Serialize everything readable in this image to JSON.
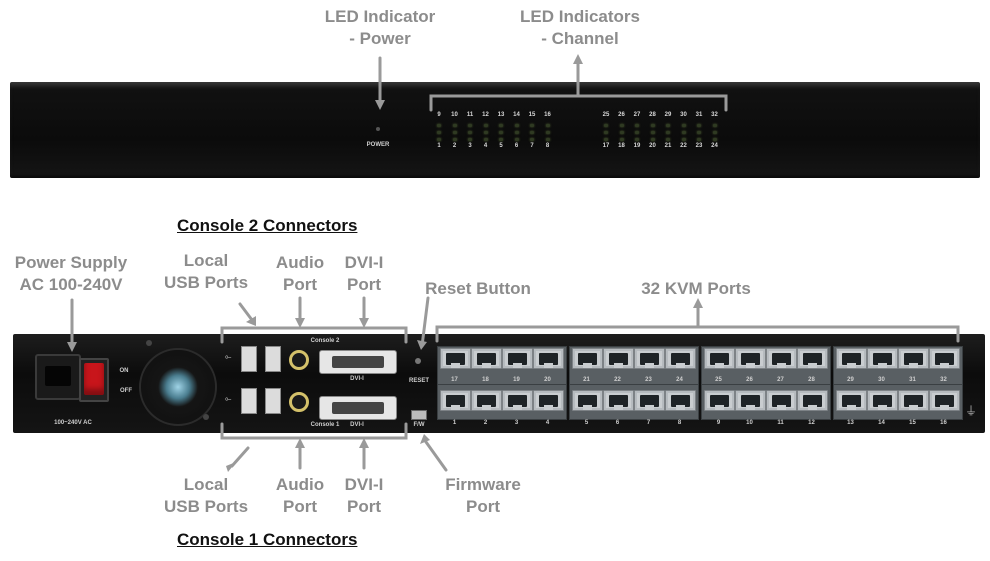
{
  "callouts": {
    "led_power": "LED Indicator\n- Power",
    "led_channel": "LED Indicators\n- Channel",
    "power_supply": "Power Supply\nAC 100-240V",
    "local_usb_top": "Local\nUSB Ports",
    "audio_top": "Audio\nPort",
    "dvi_top": "DVI-I\nPort",
    "reset": "Reset Button",
    "kvm_ports": "32 KVM Ports",
    "local_usb_bottom": "Local\nUSB Ports",
    "audio_bottom": "Audio\nPort",
    "dvi_bottom": "DVI-I\nPort",
    "firmware": "Firmware\nPort"
  },
  "headings": {
    "console2": "Console 2 Connectors",
    "console1": "Console 1 Connectors"
  },
  "front_panel": {
    "power_label": "POWER",
    "top_row_left": [
      "9",
      "10",
      "11",
      "12",
      "13",
      "14",
      "15",
      "16"
    ],
    "bottom_row_left": [
      "1",
      "2",
      "3",
      "4",
      "5",
      "6",
      "7",
      "8"
    ],
    "top_row_right": [
      "25",
      "26",
      "27",
      "28",
      "29",
      "30",
      "31",
      "32"
    ],
    "bottom_row_right": [
      "17",
      "18",
      "19",
      "20",
      "21",
      "22",
      "23",
      "24"
    ]
  },
  "rear_panel": {
    "power_rating": "100~240V AC",
    "on_label": "ON",
    "off_label": "OFF",
    "console2_label": "Console 2",
    "console1_label": "Console 1",
    "dvi_label_top": "DVI-I",
    "dvi_label_bottom": "DVI-I",
    "reset_label": "RESET",
    "fw_label": "F/W",
    "ports_top": [
      "17",
      "18",
      "19",
      "20",
      "21",
      "22",
      "23",
      "24",
      "25",
      "26",
      "27",
      "28",
      "29",
      "30",
      "31",
      "32"
    ],
    "ports_bottom": [
      "1",
      "2",
      "3",
      "4",
      "5",
      "6",
      "7",
      "8",
      "9",
      "10",
      "11",
      "12",
      "13",
      "14",
      "15",
      "16"
    ]
  }
}
